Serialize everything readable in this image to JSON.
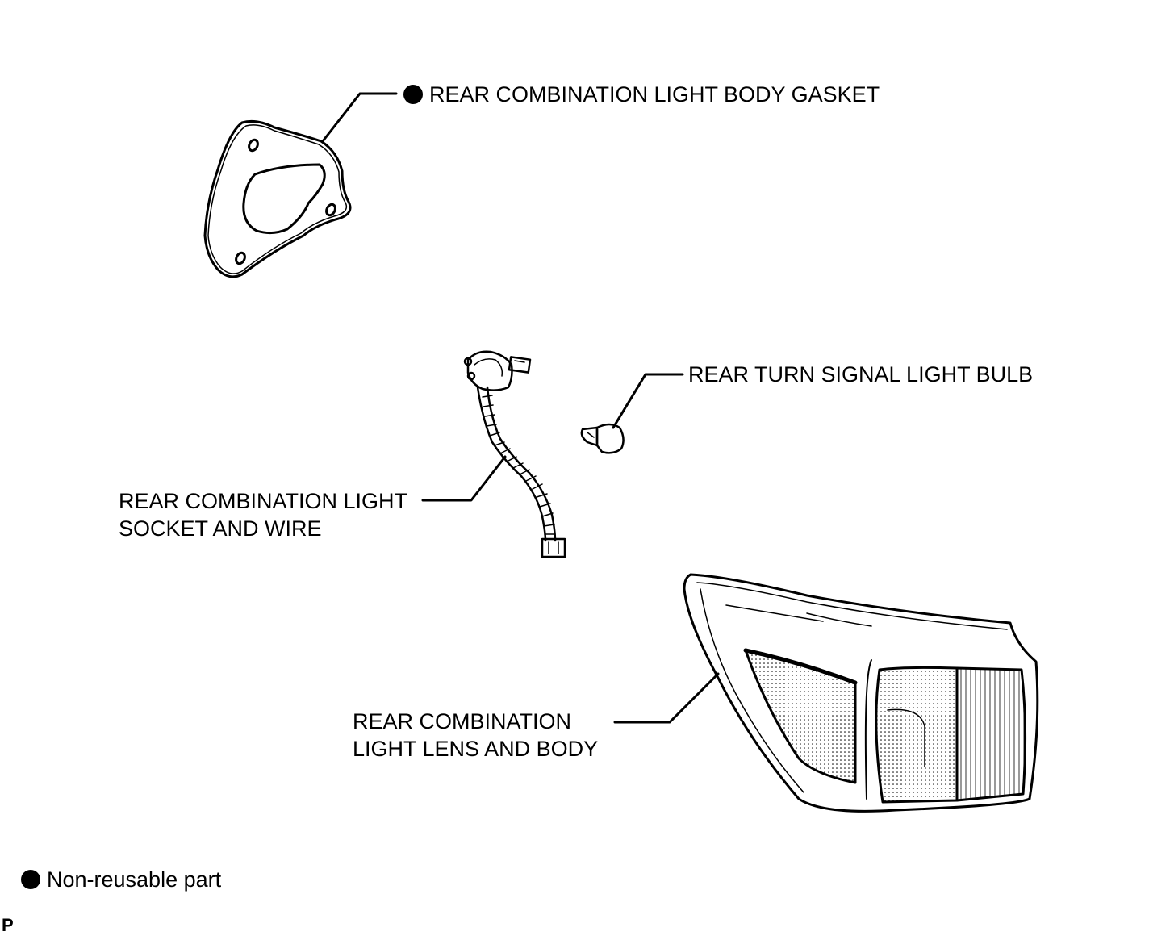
{
  "labels": {
    "gasket": "REAR COMBINATION LIGHT BODY GASKET",
    "bulb": "REAR TURN SIGNAL LIGHT BULB",
    "socket_line1": "REAR COMBINATION LIGHT",
    "socket_line2": "SOCKET AND WIRE",
    "lens_line1": "REAR COMBINATION",
    "lens_line2": "LIGHT LENS AND BODY"
  },
  "legend": {
    "icon": "filled-circle-icon",
    "text": "Non-reusable part"
  },
  "page_mark": "P",
  "colors": {
    "line": "#000000",
    "background": "#ffffff"
  }
}
